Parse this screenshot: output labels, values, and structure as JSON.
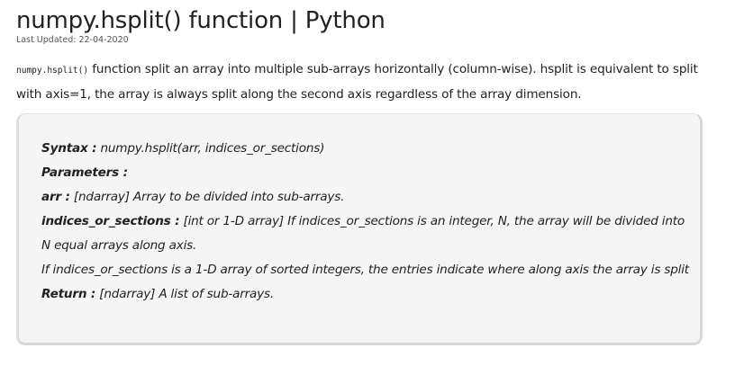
{
  "article": {
    "title": "numpy.hsplit() function | Python",
    "last_updated": "Last Updated: 22-04-2020",
    "intro": {
      "code": "numpy.hsplit()",
      "text": " function split an array into multiple sub-arrays horizontally (column-wise). hsplit is equivalent to split with axis=1, the array is always split along the second axis regardless of the array dimension."
    }
  },
  "syntax_box": {
    "syntax_label": "Syntax :",
    "syntax_value": " numpy.hsplit(arr, indices_or_sections)",
    "parameters_label": "Parameters :",
    "arr_label": "arr :",
    "arr_value": " [ndarray] Array to be divided into sub-arrays.",
    "indices_label": "indices_or_sections :",
    "indices_value": " [int or 1-D array] If indices_or_sections is an integer, N, the array will be divided into N equal arrays along axis.",
    "indices_note": "If indices_or_sections is a 1-D array of sorted integers, the entries indicate where along axis the array is split",
    "return_label": "Return :",
    "return_value": " [ndarray] A list of sub-arrays."
  }
}
